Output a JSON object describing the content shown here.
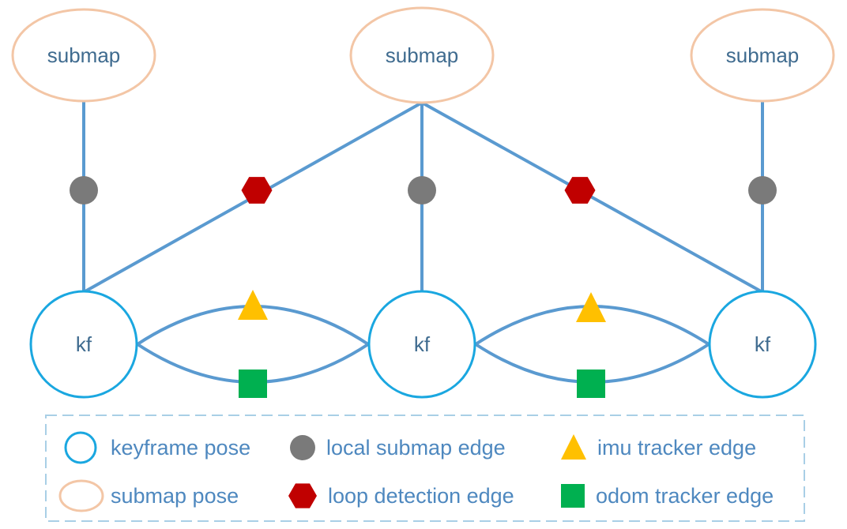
{
  "colors": {
    "edge": "#5a9ad0",
    "keyframe_stroke": "#1aa7e0",
    "submap_stroke": "#f3c6a6",
    "node_text": "#3f6b8f",
    "legend_text": "#4e88bf",
    "legend_border": "#a9cfe6",
    "local_submap_edge": "#7a7a7a",
    "loop_detection_edge": "#c00000",
    "imu_tracker_edge": "#ffc000",
    "odom_tracker_edge": "#00b050"
  },
  "nodes": {
    "submaps": [
      {
        "label": "submap"
      },
      {
        "label": "submap"
      },
      {
        "label": "submap"
      }
    ],
    "keyframes": [
      {
        "label": "kf"
      },
      {
        "label": "kf"
      },
      {
        "label": "kf"
      }
    ]
  },
  "edges": [
    {
      "type": "local_submap_edge",
      "from": "submap-1",
      "to": "kf-1"
    },
    {
      "type": "local_submap_edge",
      "from": "submap-2",
      "to": "kf-2"
    },
    {
      "type": "local_submap_edge",
      "from": "submap-3",
      "to": "kf-3"
    },
    {
      "type": "loop_detection_edge",
      "from": "submap-2",
      "to": "kf-1"
    },
    {
      "type": "loop_detection_edge",
      "from": "submap-2",
      "to": "kf-3"
    },
    {
      "type": "imu_tracker_edge",
      "from": "kf-1",
      "to": "kf-2"
    },
    {
      "type": "odom_tracker_edge",
      "from": "kf-1",
      "to": "kf-2"
    },
    {
      "type": "imu_tracker_edge",
      "from": "kf-2",
      "to": "kf-3"
    },
    {
      "type": "odom_tracker_edge",
      "from": "kf-2",
      "to": "kf-3"
    }
  ],
  "legend": {
    "keyframe_pose": "keyframe pose",
    "submap_pose": "submap pose",
    "local_submap_edge": "local submap edge",
    "loop_detection_edge": "loop detection edge",
    "imu_tracker_edge": "imu tracker edge",
    "odom_tracker_edge": "odom tracker edge"
  }
}
